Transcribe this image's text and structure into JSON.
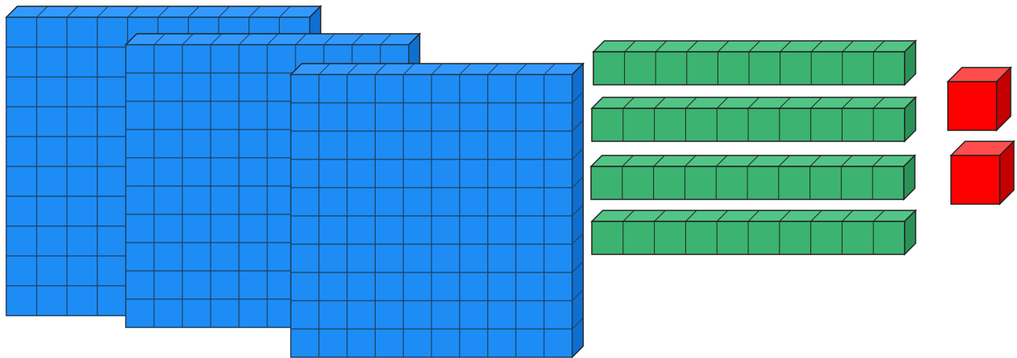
{
  "colors": {
    "background": "#ffffff",
    "hundred_front": "#1e8cf5",
    "hundred_top": "#3399ff",
    "hundred_side": "#0f6fd0",
    "ten_front": "#3cb371",
    "ten_top": "#52c486",
    "ten_side": "#2a9256",
    "one_front": "#ff0000",
    "one_top": "#ff4d4d",
    "one_side": "#c40000",
    "grid_line": "#1d3f5c",
    "outline": "#222222"
  },
  "blocks": {
    "hundreds": {
      "count": 3,
      "grid": 10
    },
    "tens": {
      "count": 4,
      "units": 10
    },
    "ones": {
      "count": 2
    }
  }
}
